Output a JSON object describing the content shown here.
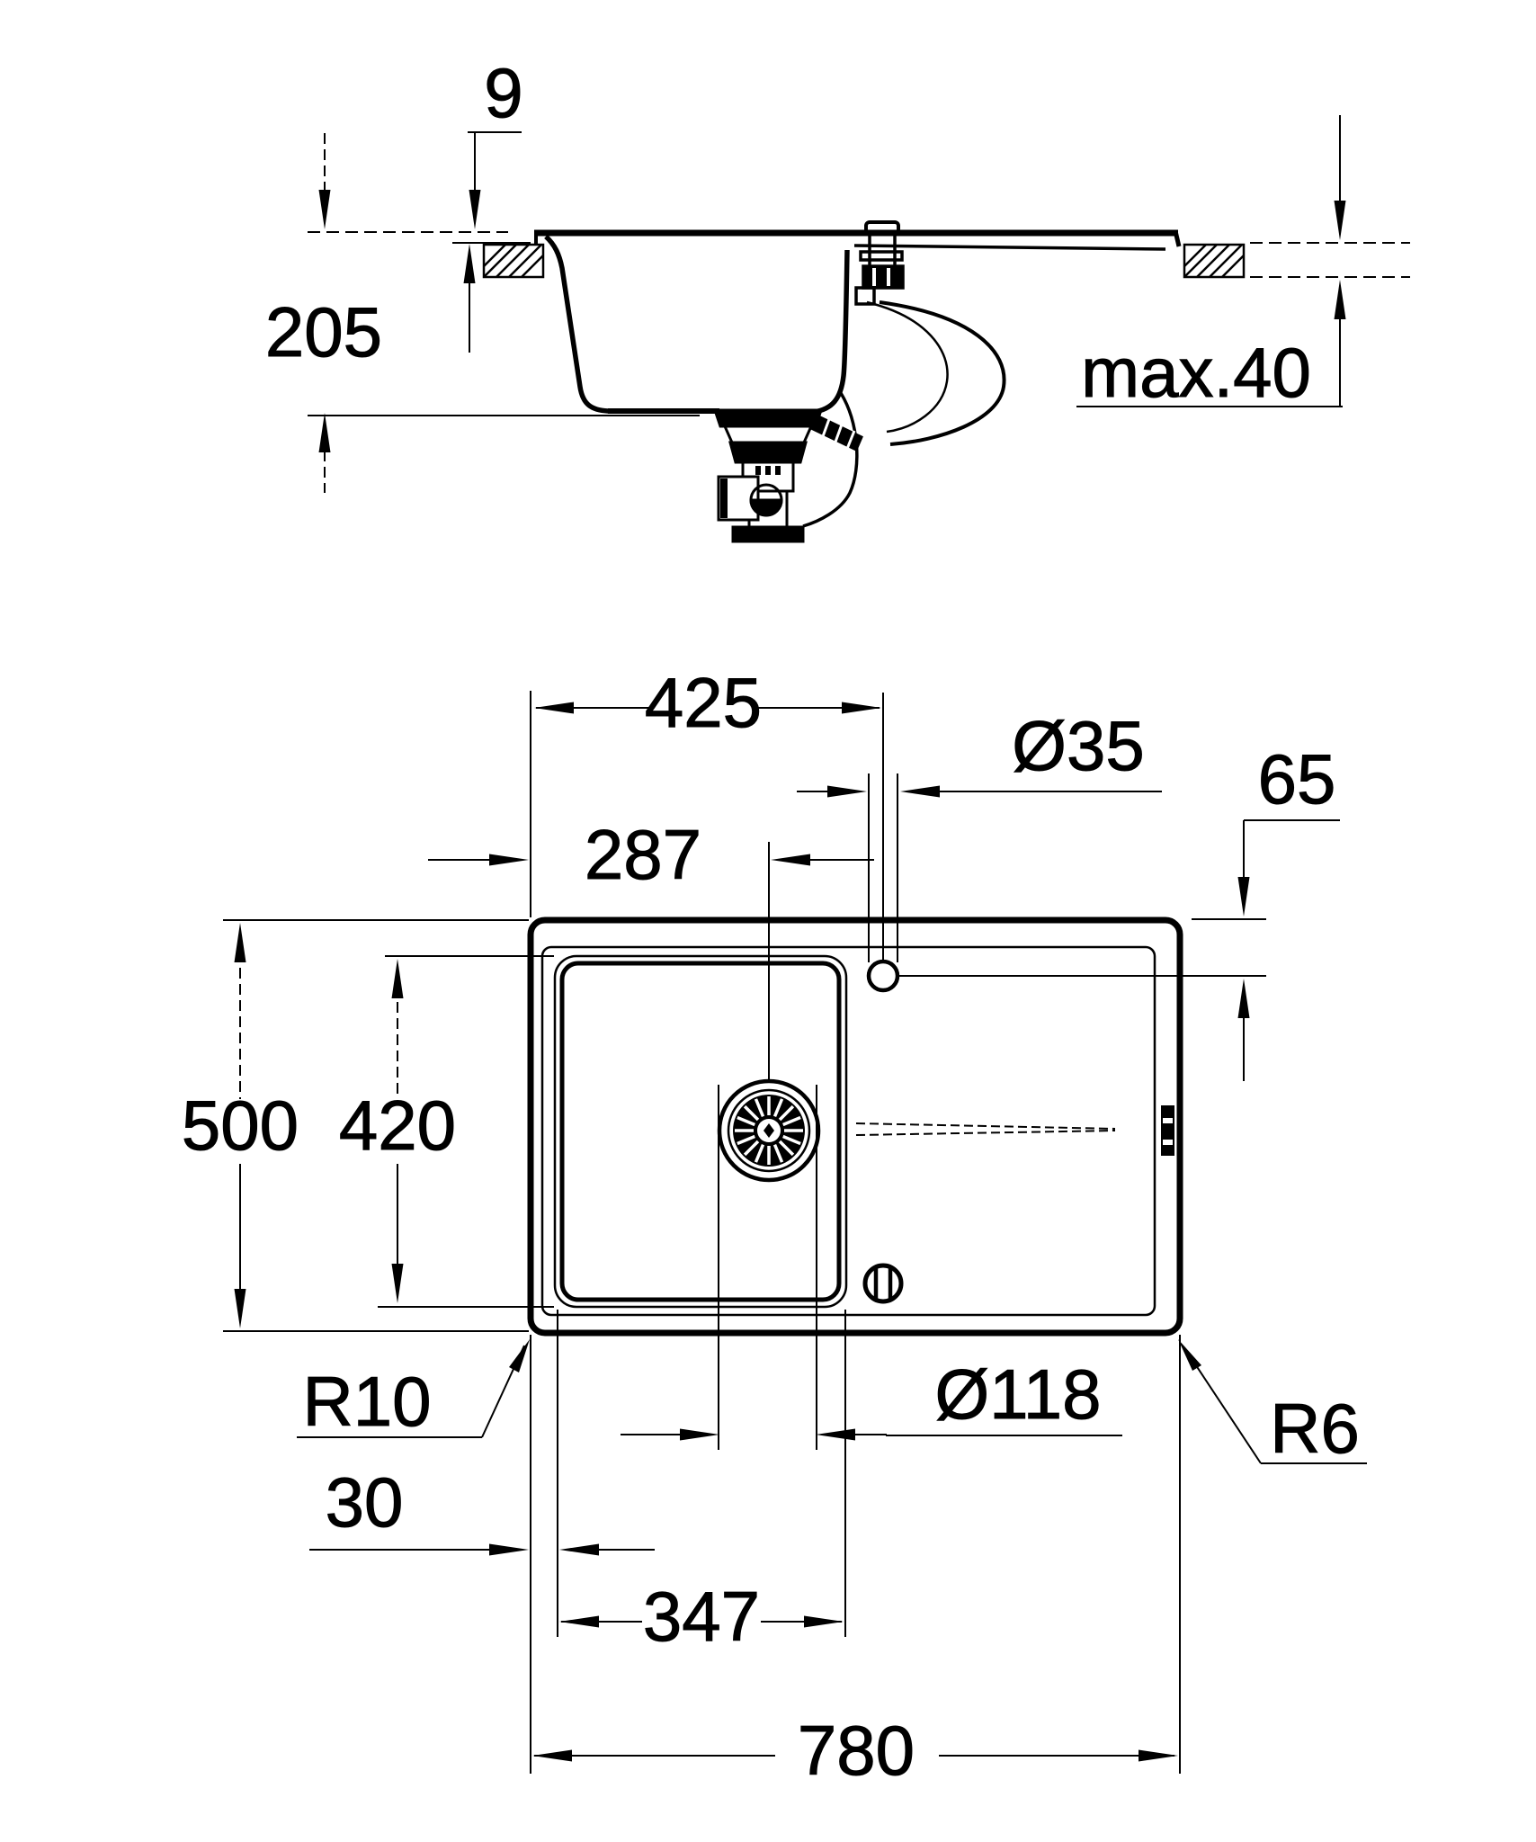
{
  "document": {
    "type": "technical-installation-drawing",
    "subject": "kitchen sink with drainer, cross-section and plan view",
    "units": "mm"
  },
  "colors": {
    "ink": "#000000",
    "paper": "#ffffff"
  },
  "side_view": {
    "rim_9": "9",
    "depth_205": "205",
    "counter_max40": "max.40"
  },
  "top_view": {
    "faucet_425": "425",
    "hole_o35": "Ø35",
    "edge_65": "65",
    "drain_287": "287",
    "depth_500": "500",
    "bowl_420": "420",
    "radius_r10": "R10",
    "drain_o118": "Ø118",
    "radius_r6": "R6",
    "inset_30": "30",
    "bowl_347": "347",
    "width_780": "780"
  }
}
